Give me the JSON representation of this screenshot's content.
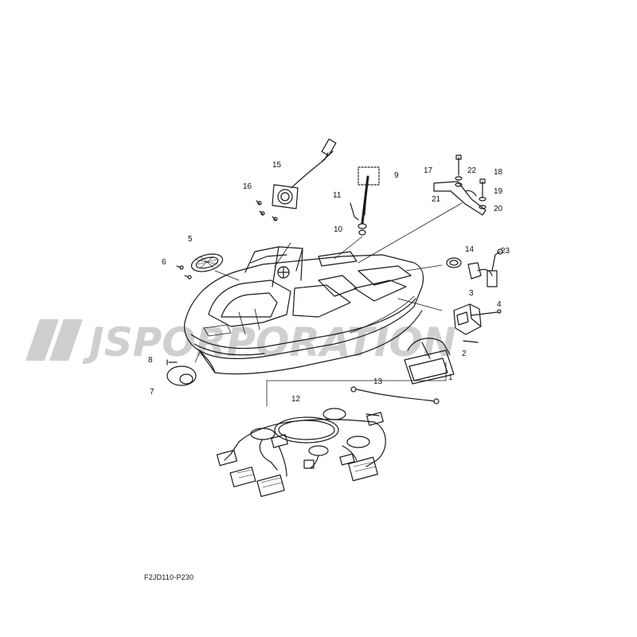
{
  "diagram": {
    "code": "F2JD110-P230",
    "watermark_text": "JSPORPORATION",
    "line_color": "#1a1a1a",
    "watermark_color": "#cfcfcf",
    "callouts": [
      {
        "id": "1",
        "label": "1"
      },
      {
        "id": "2",
        "label": "2"
      },
      {
        "id": "3",
        "label": "3"
      },
      {
        "id": "4",
        "label": "4"
      },
      {
        "id": "5",
        "label": "5"
      },
      {
        "id": "6",
        "label": "6"
      },
      {
        "id": "7",
        "label": "7"
      },
      {
        "id": "8",
        "label": "8"
      },
      {
        "id": "9",
        "label": "9"
      },
      {
        "id": "10",
        "label": "10"
      },
      {
        "id": "11",
        "label": "11"
      },
      {
        "id": "12",
        "label": "12"
      },
      {
        "id": "13",
        "label": "13"
      },
      {
        "id": "14",
        "label": "14"
      },
      {
        "id": "15",
        "label": "15"
      },
      {
        "id": "16",
        "label": "16"
      },
      {
        "id": "17",
        "label": "17"
      },
      {
        "id": "18",
        "label": "18"
      },
      {
        "id": "19",
        "label": "19"
      },
      {
        "id": "20",
        "label": "20"
      },
      {
        "id": "21",
        "label": "21"
      },
      {
        "id": "22",
        "label": "22"
      },
      {
        "id": "23",
        "label": "23"
      }
    ]
  }
}
